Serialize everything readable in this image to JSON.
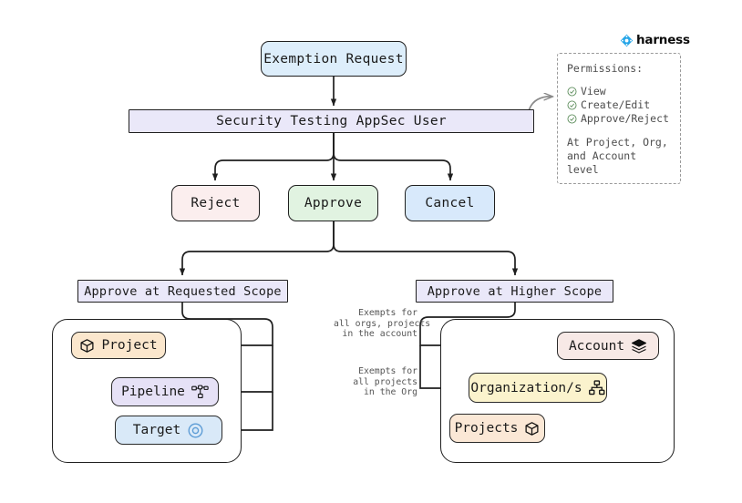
{
  "brand": {
    "name": "harness",
    "logo_icon": "harness-diamond-icon",
    "color": "#26a6e8"
  },
  "flow": {
    "entry": {
      "label": "Exemption Request",
      "color": "#ddeefb"
    },
    "actor_bar": {
      "label": "Security Testing AppSec User",
      "color": "#eae8f9"
    },
    "actions": [
      {
        "id": "reject",
        "label": "Reject",
        "color": "#fbeeee"
      },
      {
        "id": "approve",
        "label": "Approve",
        "color": "#e1f3e1"
      },
      {
        "id": "cancel",
        "label": "Cancel",
        "color": "#d8e9fb"
      }
    ],
    "scopes": [
      {
        "id": "requested",
        "label": "Approve at Requested Scope",
        "color": "#eae8f9"
      },
      {
        "id": "higher",
        "label": "Approve at Higher Scope",
        "color": "#eae8f9"
      }
    ]
  },
  "requested_scope_panel": {
    "nodes": [
      {
        "id": "project",
        "label": "Project",
        "icon": "cube-icon",
        "color": "#fbe7cd"
      },
      {
        "id": "pipeline",
        "label": "Pipeline",
        "icon": "pipeline-icon",
        "color": "#e6e1f6"
      },
      {
        "id": "target",
        "label": "Target",
        "icon": "target-icon",
        "color": "#d9e9f8"
      }
    ]
  },
  "higher_scope_panel": {
    "nodes": [
      {
        "id": "account",
        "label": "Account",
        "icon": "layers-icon",
        "color": "#f7e9e6"
      },
      {
        "id": "orgs",
        "label": "Organization/s",
        "icon": "org-chart-icon",
        "color": "#fbf3cd"
      },
      {
        "id": "projects",
        "label": "Projects",
        "icon": "cube-icon",
        "color": "#fbe8d6"
      }
    ],
    "annotations": [
      {
        "id": "account-note",
        "text": "Exempts for\nall orgs, projects\nin the account"
      },
      {
        "id": "org-note",
        "text": "Exempts for\nall projects\nin the Org"
      }
    ]
  },
  "permissions": {
    "title": "Permissions:",
    "items": [
      {
        "label": "View",
        "icon": "check-circle-icon"
      },
      {
        "label": "Create/Edit",
        "icon": "check-circle-icon"
      },
      {
        "label": "Approve/Reject",
        "icon": "check-circle-icon"
      }
    ],
    "footer": "At Project, Org,\nand Account level",
    "check_color": "#5b8c5a"
  }
}
